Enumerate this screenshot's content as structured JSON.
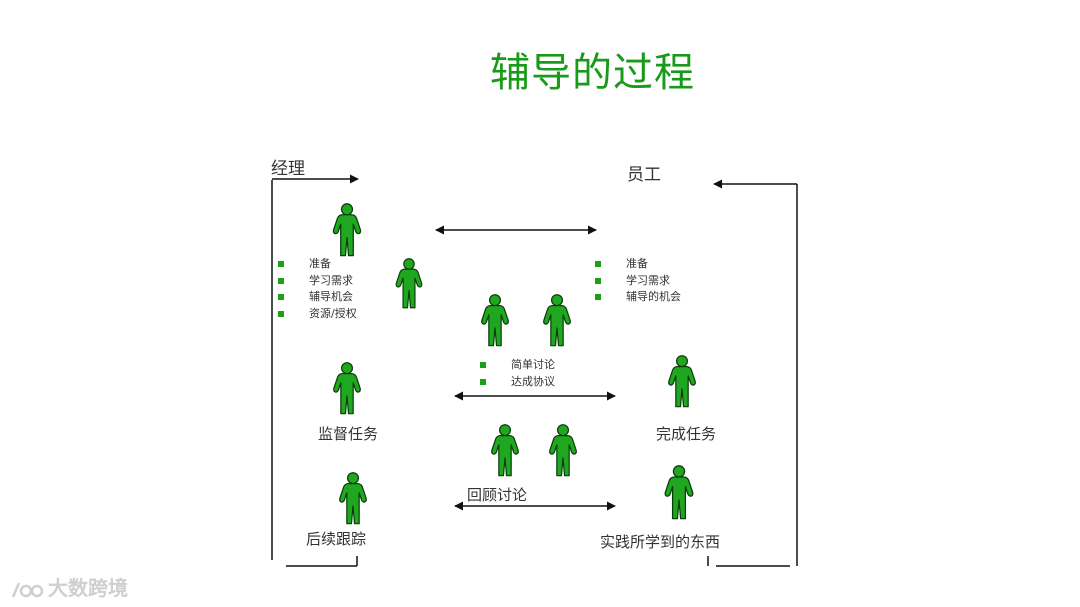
{
  "title": "辅导的过程",
  "manager_label": "经理",
  "employee_label": "员工",
  "manager_prep": [
    "准备",
    "学习需求",
    "辅导机会",
    "资源/授权"
  ],
  "employee_prep": [
    "准备",
    "学习需求",
    "辅导的机会"
  ],
  "discussion_items": [
    "简单讨论",
    "达成协议"
  ],
  "monitor_label": "监督任务",
  "complete_label": "完成任务",
  "review_label": "回顾讨论",
  "followup_label": "后续跟踪",
  "practice_label": "实践所学到的东西",
  "watermark": "大数跨境",
  "colors": {
    "title": "#1a9a1a",
    "figure": "#1fa81f",
    "bullet": "#1aa01a"
  }
}
